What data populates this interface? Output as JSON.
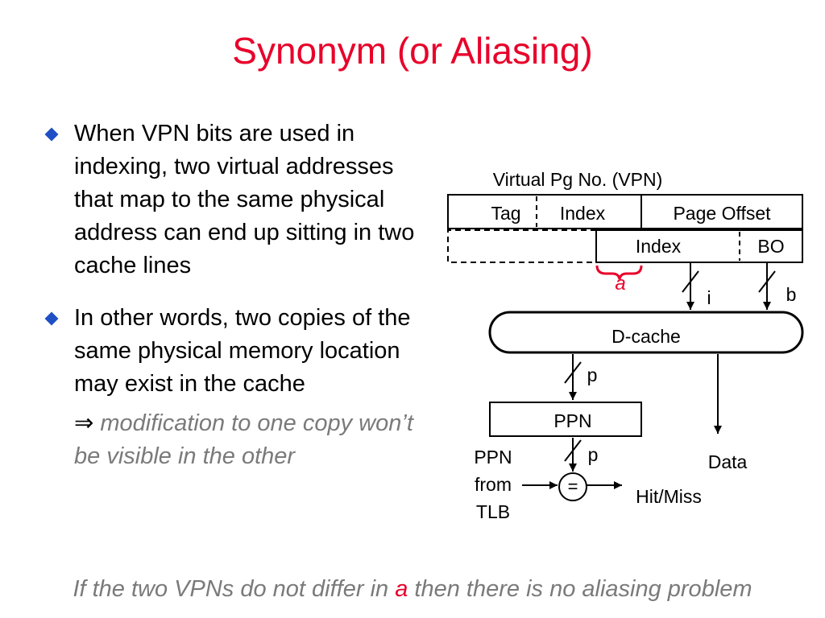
{
  "slide": {
    "title": "Synonym (or Aliasing)",
    "bullets": [
      {
        "text": "When VPN bits are used in indexing, two virtual addresses that map to the same physical address can end up sitting in two cache lines"
      },
      {
        "text": "In other words, two copies of the same physical memory location may exist in the cache",
        "sub_arrow": "⇒",
        "sub_text": "modification to one copy won’t be visible in the other"
      }
    ],
    "footer": {
      "part1": "If the two VPNs do not differ in",
      "highlight": "a",
      "part2": "then there is no aliasing problem"
    }
  },
  "diagram": {
    "vpn_label": "Virtual Pg No. (VPN)",
    "fields_top": [
      "Tag",
      "Index",
      "Page Offset"
    ],
    "fields_bottom": [
      "Index",
      "BO"
    ],
    "brace_label": "a",
    "i_label": "i",
    "b_label": "b",
    "dcache_label": "D-cache",
    "p_label_1": "p",
    "ppn_label": "PPN",
    "p_label_2": "p",
    "ppn_from_tlb": [
      "PPN",
      "from",
      "TLB"
    ],
    "compare_symbol": "=",
    "hit_miss": "Hit/Miss",
    "data_label": "Data"
  },
  "colors": {
    "title": "#e8002a",
    "bullet": "#1f4fc4",
    "italic_gray": "#7a7a7a",
    "highlight": "#e8002a"
  }
}
